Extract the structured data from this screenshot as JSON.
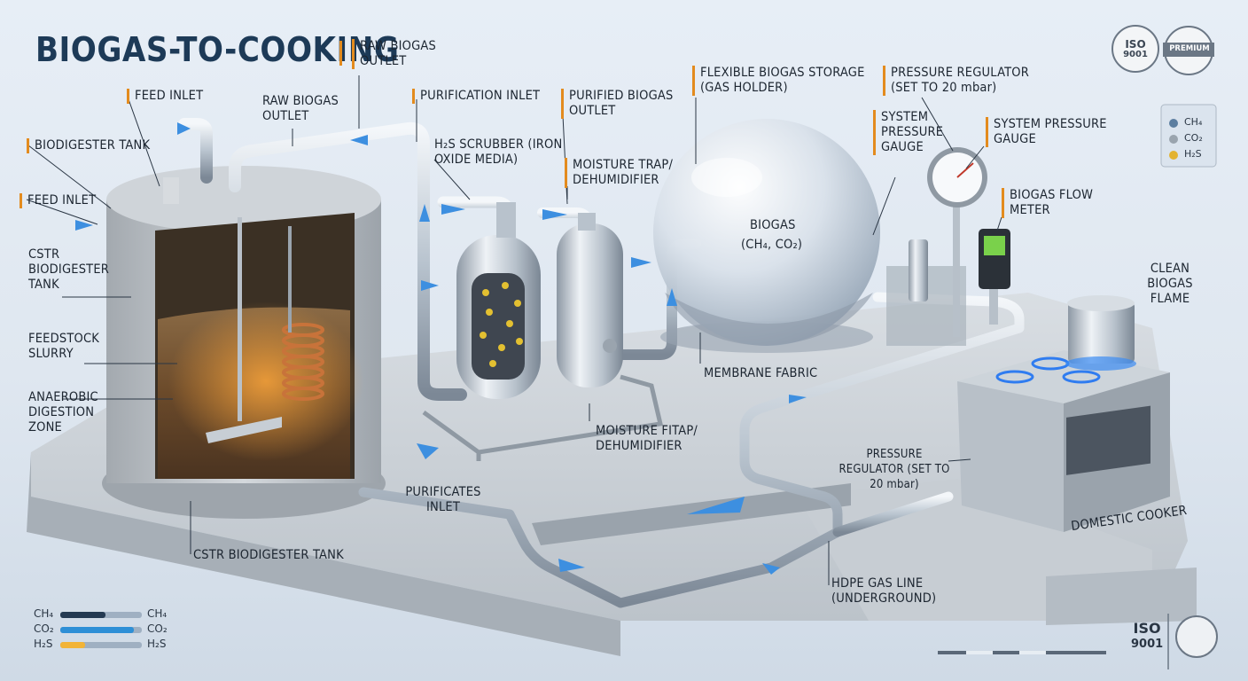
{
  "title": "BIOGAS-TO-COOKING",
  "labels": {
    "raw_outlet_top": "RAW BIOGAS OUTLET",
    "feed_inlet_top": "FEED INLET",
    "raw_outlet_mid": "RAW BIOGAS OUTLET",
    "purification_inlet": "PURIFICATION INLET",
    "purified_outlet": "PURIFIED BIOGAS OUTLET",
    "h2s_scrubber": "H₂S SCRUBBER (IRON OXIDE MEDIA)",
    "moisture_trap_top": "MOISTURE TRAP/ DEHUMIDIFIER",
    "biodigester_tank": "BIODIGESTER TANK",
    "feed_inlet_left": "FEED INLET",
    "cstr_tank_left": "CSTR BIODIGESTER TANK",
    "feedstock_slurry": "FEEDSTOCK SLURRY",
    "anaerobic_zone": "ANAEROBIC DIGESTION ZONE",
    "storage": "FLEXIBLE BIOGAS STORAGE (GAS HOLDER)",
    "biogas_center": "BIOGAS",
    "biogas_formula": "(CH₄, CO₂)",
    "membrane_fabric": "MEMBRANE FABRIC",
    "pressure_reg_top": "PRESSURE REGULATOR (SET TO 20 mbar)",
    "system_pressure_left": "SYSTEM PRESSURE GAUGE",
    "system_pressure_right": "SYSTEM PRESSURE GAUGE",
    "flow_meter": "BIOGAS FLOW METER",
    "clean_flame": "CLEAN BIOGAS FLAME",
    "moisture_trap_bottom": "MOISTURE FITAP/ DEHUMIDIFIER",
    "pressure_reg_bottom": "PRESSURE REGULATOR (SET TO 20 mbar)",
    "purificates_inlet": "PURIFICATES INLET",
    "cstr_tank_bottom": "CSTR BIODIGESTER TANK",
    "hdpe_line": "HDPE GAS LINE (UNDERGROUND)",
    "domestic_cooker": "DOMESTIC COOKER"
  },
  "legend_right": [
    "CH₄",
    "CO₂",
    "H₂S"
  ],
  "legend_bottom": [
    {
      "name_left": "CH₄",
      "name_right": "CH₄",
      "level": 0.55,
      "color": "#243a52"
    },
    {
      "name_left": "CO₂",
      "name_right": "CO₂",
      "level": 0.9,
      "color": "#2e8fd6"
    },
    {
      "name_left": "H₂S",
      "name_right": "H₂S",
      "level": 0.3,
      "color": "#f2b437"
    }
  ],
  "badges": {
    "iso_top_line1": "ISO",
    "iso_top_line2": "9001",
    "premium": "PREMIUM",
    "iso_bottom_line1": "ISO",
    "iso_bottom_line2": "9001"
  },
  "colors": {
    "accent": "#e38b1e",
    "flow_arrow": "#3d8fe0",
    "title": "#1d3a57",
    "flame": "#2f7cf0"
  }
}
